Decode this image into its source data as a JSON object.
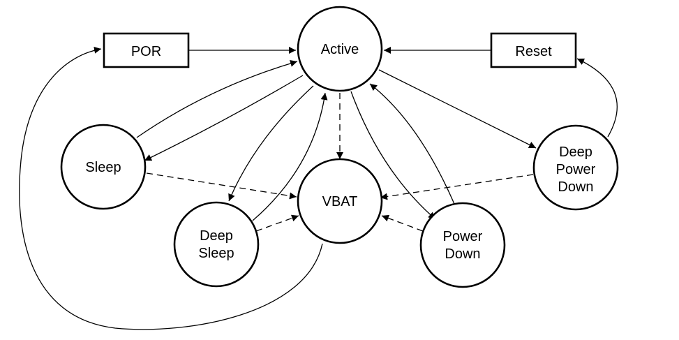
{
  "diagram": {
    "type": "state-transition",
    "colors": {
      "stroke": "#000000",
      "fill": "#ffffff",
      "text": "#000000"
    },
    "nodes": {
      "por": {
        "shape": "rect",
        "lines": [
          "POR"
        ]
      },
      "reset": {
        "shape": "rect",
        "lines": [
          "Reset"
        ]
      },
      "active": {
        "shape": "circle",
        "lines": [
          "Active"
        ]
      },
      "sleep": {
        "shape": "circle",
        "lines": [
          "Sleep"
        ]
      },
      "deep_sleep": {
        "shape": "circle",
        "lines": [
          "Deep",
          "Sleep"
        ]
      },
      "vbat": {
        "shape": "circle",
        "lines": [
          "VBAT"
        ]
      },
      "power_down": {
        "shape": "circle",
        "lines": [
          "Power",
          "Down"
        ]
      },
      "deep_power_down": {
        "shape": "circle",
        "lines": [
          "Deep",
          "Power",
          "Down"
        ]
      }
    },
    "edges": [
      {
        "from": "por",
        "to": "active",
        "style": "solid"
      },
      {
        "from": "reset",
        "to": "active",
        "style": "solid"
      },
      {
        "from": "sleep",
        "to": "active",
        "style": "solid"
      },
      {
        "from": "active",
        "to": "sleep",
        "style": "solid"
      },
      {
        "from": "active",
        "to": "deep_sleep",
        "style": "solid"
      },
      {
        "from": "deep_sleep",
        "to": "active",
        "style": "solid"
      },
      {
        "from": "active",
        "to": "vbat",
        "style": "dashed"
      },
      {
        "from": "active",
        "to": "power_down",
        "style": "solid"
      },
      {
        "from": "power_down",
        "to": "active",
        "style": "solid"
      },
      {
        "from": "active",
        "to": "deep_power_down",
        "style": "solid"
      },
      {
        "from": "deep_power_down",
        "to": "reset",
        "style": "solid"
      },
      {
        "from": "sleep",
        "to": "vbat",
        "style": "dashed"
      },
      {
        "from": "deep_sleep",
        "to": "vbat",
        "style": "dashed"
      },
      {
        "from": "power_down",
        "to": "vbat",
        "style": "dashed"
      },
      {
        "from": "deep_power_down",
        "to": "vbat",
        "style": "dashed"
      },
      {
        "from": "vbat",
        "to": "por",
        "style": "solid"
      }
    ]
  }
}
